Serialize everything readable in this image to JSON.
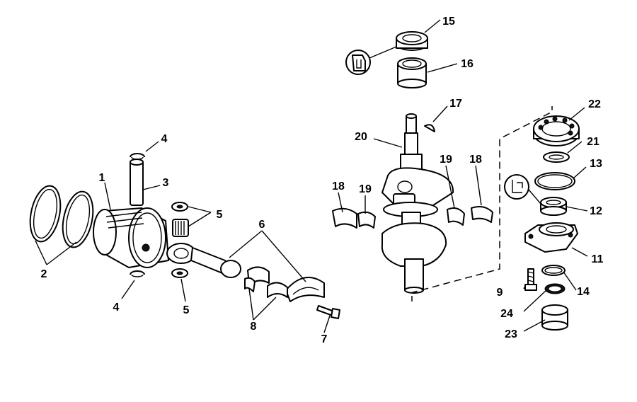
{
  "diagram": {
    "callouts": {
      "c1": "1",
      "c2": "2",
      "c3": "3",
      "c4a": "4",
      "c4b": "4",
      "c5a": "5",
      "c5b": "5",
      "c6": "6",
      "c7": "7",
      "c8": "8",
      "c9": "9",
      "c11": "11",
      "c12": "12",
      "c13": "13",
      "c14": "14",
      "c15": "15",
      "c16": "16",
      "c17": "17",
      "c18a": "18",
      "c18b": "18",
      "c19a": "19",
      "c19b": "19",
      "c20": "20",
      "c21": "21",
      "c22": "22",
      "c23": "23",
      "c24": "24"
    }
  }
}
